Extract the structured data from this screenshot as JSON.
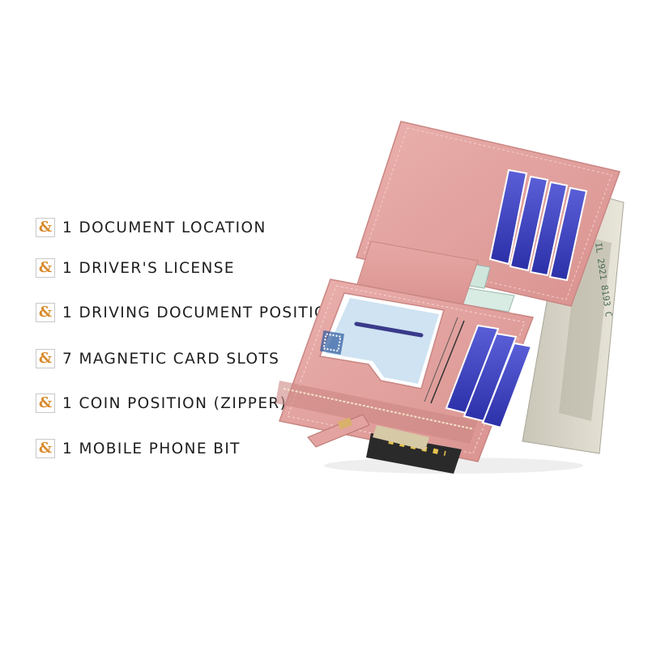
{
  "icon_name": "ampersand-icon",
  "accent_color": "#d98a2b",
  "wallet_color": "#e3a3a0",
  "features": [
    {
      "icon": "&",
      "text": "1 DOCUMENT LOCATION"
    },
    {
      "icon": "&",
      "text": "1 DRIVER'S LICENSE"
    },
    {
      "icon": "&",
      "text": "1 DRIVING DOCUMENT POSITION"
    },
    {
      "icon": "&",
      "text": "7 MAGNETIC CARD SLOTS"
    },
    {
      "icon": "&",
      "text": "1 COIN POSITION (ZIPPER)"
    },
    {
      "icon": "&",
      "text": "1 MOBILE PHONE BIT"
    }
  ]
}
